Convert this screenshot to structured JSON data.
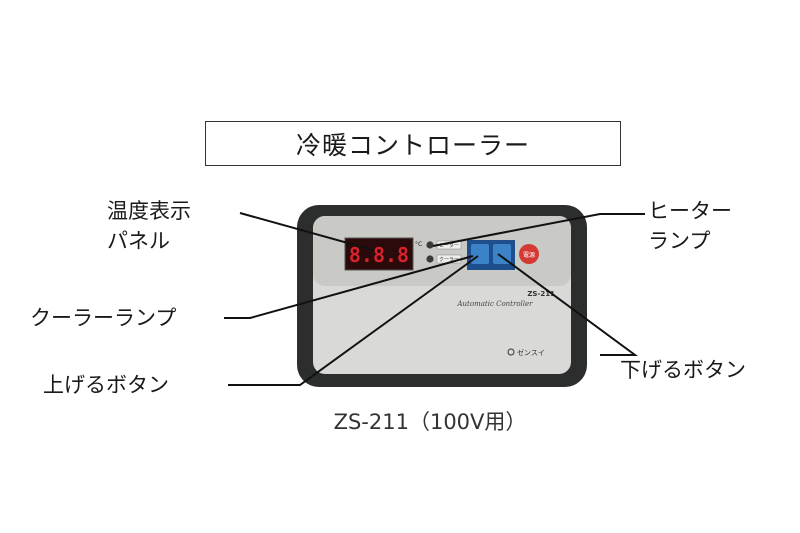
{
  "title": "冷暖コントローラー",
  "model_caption": "ZS-211（100V用）",
  "callouts": {
    "display_panel": "温度表示\nパネル",
    "heater_lamp": "ヒーター\nランプ",
    "cooler_lamp": "クーラーランプ",
    "up_button": "上げるボタン",
    "down_button": "下げるボタン"
  },
  "device": {
    "lcd_digits": "8.8.8",
    "degree_mark": "°C",
    "lamp_heater_text": "ヒーター",
    "lamp_cooler_text": "クーラー",
    "model_badge": "ZS-211",
    "brand_script": "Automatic Controller",
    "maker": "ゼンスイ",
    "power_label": "電源",
    "colors": {
      "body": "#2b2e2d",
      "panel": "#d9d9d7",
      "lcd": "#2a0a0a",
      "lcd_digit": "#d8222a",
      "button_blue": "#2f6fb5",
      "power_red": "#d33a33"
    }
  }
}
